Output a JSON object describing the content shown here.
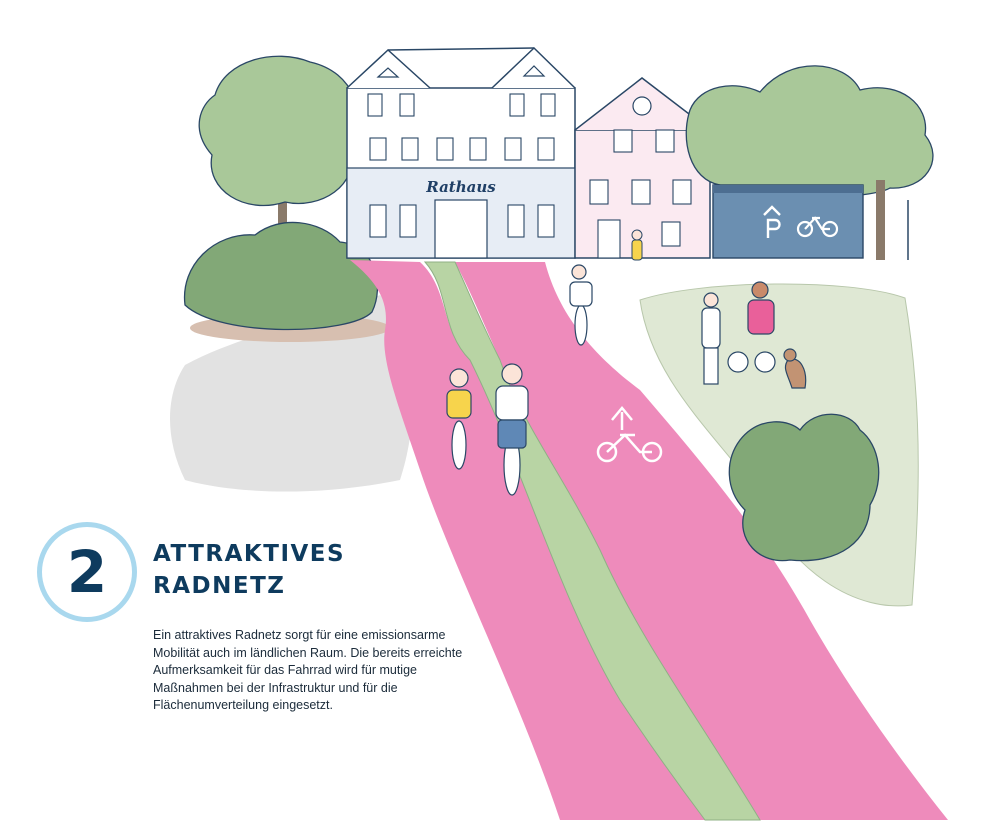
{
  "illustration": {
    "town_hall_sign": "Rathaus"
  },
  "section": {
    "number": "2",
    "title_line1": "ATTRAKTIVES",
    "title_line2": "RADNETZ",
    "body": "Ein attraktives Radnetz sorgt für eine emissionsarme Mobilität auch im ländlichen Raum. Die bereits erreichte Aufmerksamkeit für das Fahrrad wird für mutige Maßnahmen bei der Infrastruktur und für die Flächenumverteilung eingesetzt."
  },
  "colors": {
    "bike_lane": "#ee8bbb",
    "greenery": "#a9c899",
    "meadow": "#dfe8d4",
    "outline": "#2a4766",
    "badge_ring": "#a9d8ee",
    "heading": "#0e3b5e",
    "parking_house": "#6b8fb1"
  },
  "icons": [
    "parking-icon",
    "bicycle-icon",
    "arrow-up-icon"
  ]
}
